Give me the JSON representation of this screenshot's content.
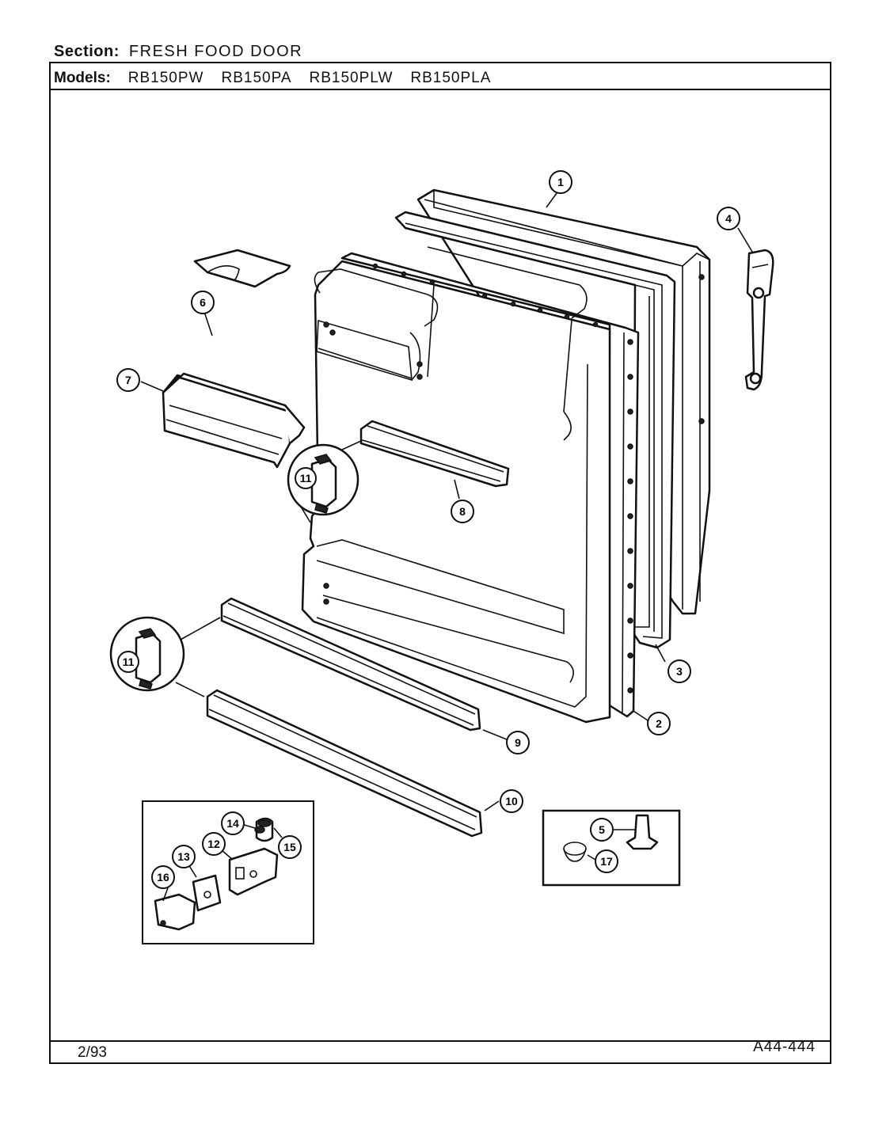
{
  "header": {
    "section_label": "Section:",
    "section_value": "FRESH FOOD DOOR",
    "models_label": "Models:",
    "models": [
      "RB150PW",
      "RB150PA",
      "RB150PLW",
      "RB150PLA"
    ]
  },
  "footer": {
    "date": "2/93",
    "code": "A44-444"
  },
  "callouts": {
    "c1": "1",
    "c2": "2",
    "c3": "3",
    "c4": "4",
    "c5": "5",
    "c6": "6",
    "c7": "7",
    "c8": "8",
    "c9": "9",
    "c10": "10",
    "c11a": "11",
    "c11b": "11",
    "c12": "12",
    "c13": "13",
    "c14": "14",
    "c15": "15",
    "c16": "16",
    "c17": "17"
  }
}
